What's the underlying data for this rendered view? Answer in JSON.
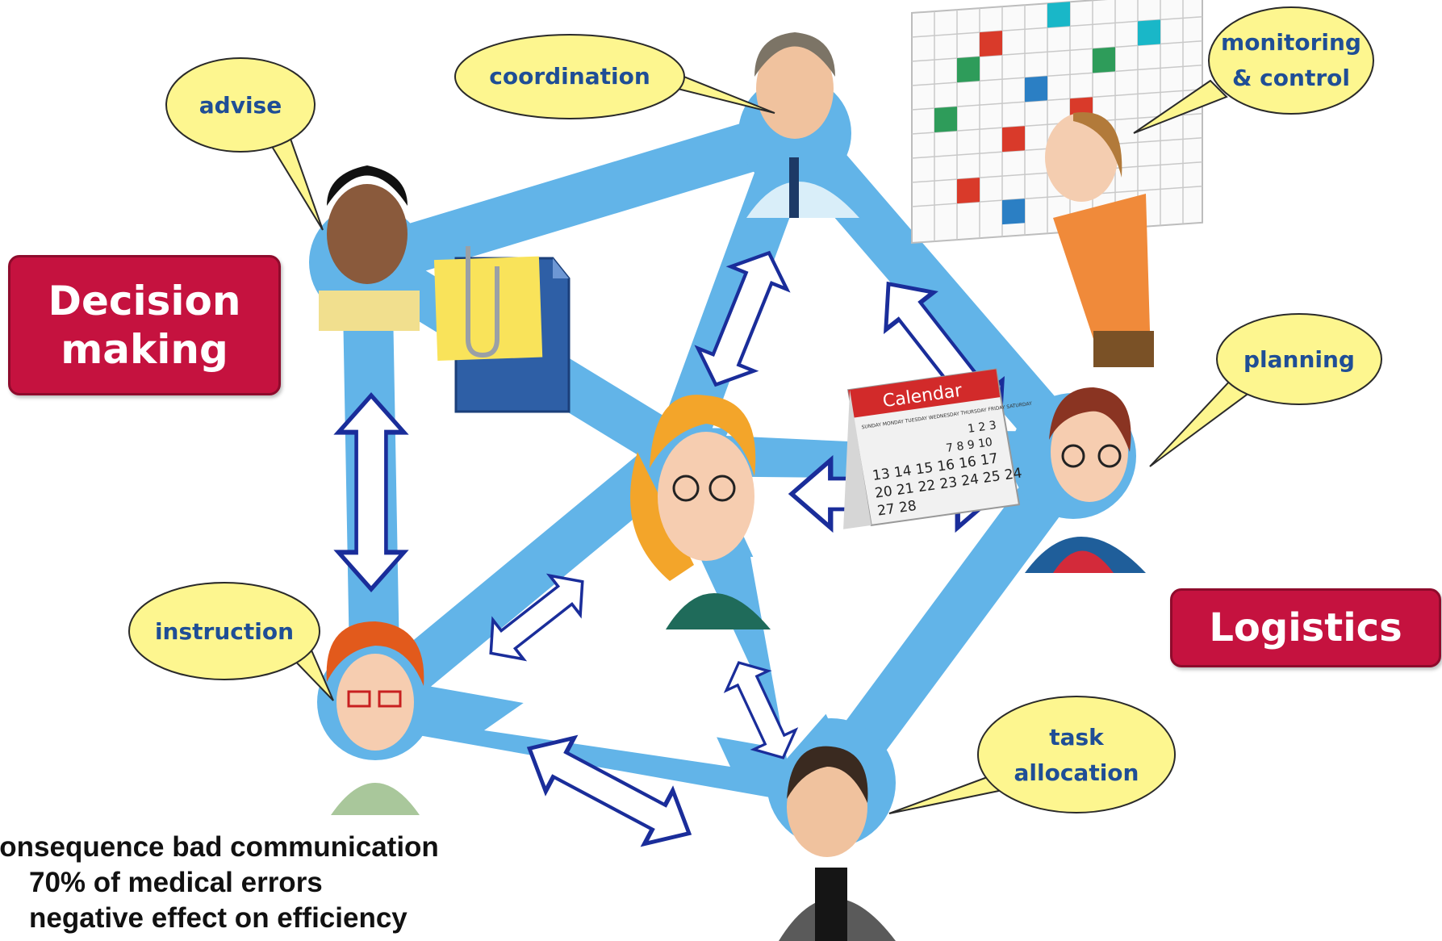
{
  "bubbles": {
    "advise": "advise",
    "coordination": "coordination",
    "monitoring_line1": "monitoring",
    "monitoring_line2": "& control",
    "planning": "planning",
    "instruction": "instruction",
    "task_line1": "task",
    "task_line2": "allocation"
  },
  "boxes": {
    "decision_line1": "Decision",
    "decision_line2": "making",
    "logistics": "Logistics"
  },
  "calendar": {
    "title": "Calendar",
    "weekdays": "SUNDAY  MONDAY  TUESDAY  WEDNESDAY  THURSDAY  FRIDAY  SATURDAY",
    "row1": "1  2  3",
    "row2": "7  8  9  10",
    "row3": "13 14 15 16  16 17",
    "row4": "20 21 22 23 24 25 24",
    "row5": "27 28"
  },
  "footnote": {
    "line1": "Consequence bad communication",
    "line2": "70% of medical errors",
    "line3": "negative effect on efficiency"
  },
  "colors": {
    "network": "#62b4e8",
    "bubble_fill": "#fdf68f",
    "bubble_text": "#1f4e96",
    "box_fill": "#c5123f",
    "arrow_stroke": "#1a2d9a"
  },
  "icons": [
    "document-clip-icon",
    "calendar-icon",
    "planning-board-icon"
  ]
}
